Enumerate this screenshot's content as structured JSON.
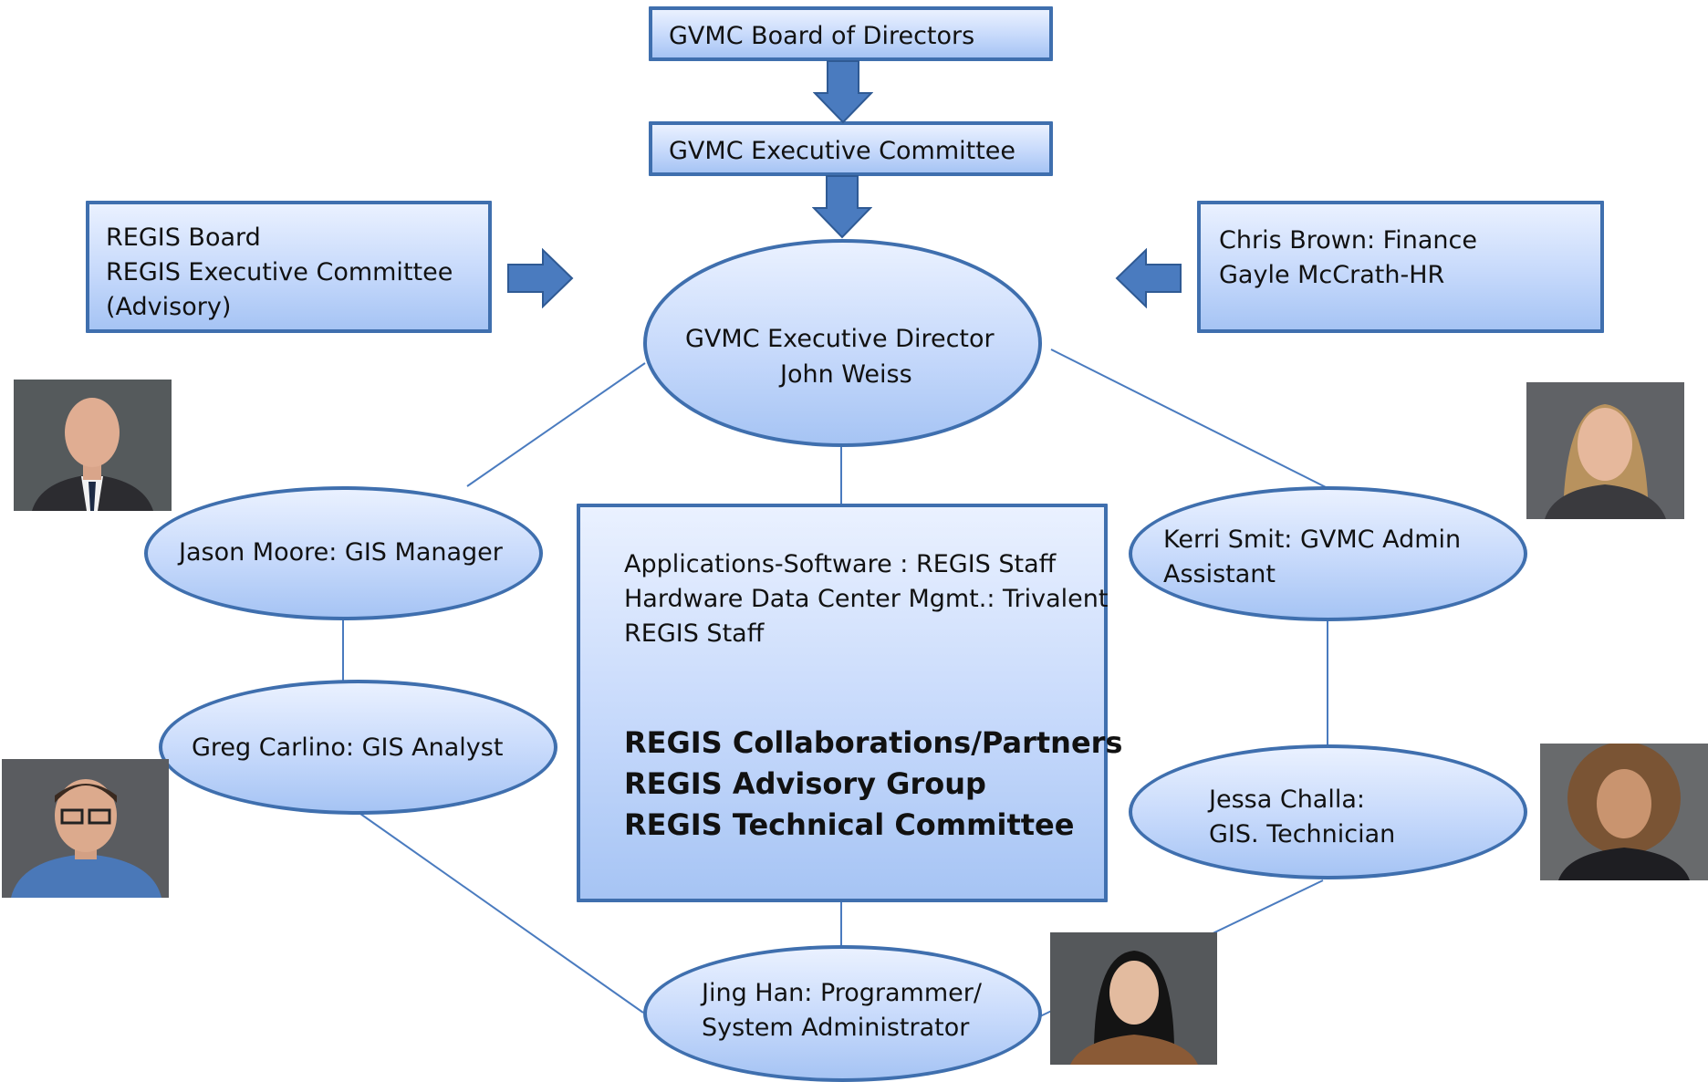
{
  "hierarchy": {
    "board_directors": "GVMC Board of Directors",
    "executive_committee": "GVMC Executive Committee"
  },
  "regis_board": {
    "line1": "REGIS Board",
    "line2": "REGIS Executive Committee",
    "line3": "(Advisory)"
  },
  "finance_hr": {
    "line1": "Chris Brown: Finance",
    "line2": "Gayle McCrath-HR"
  },
  "executive_director": {
    "line1": "GVMC Executive Director",
    "line2": "John Weiss"
  },
  "staff": {
    "jason": "Jason Moore: GIS Manager",
    "greg": "Greg Carlino: GIS Analyst",
    "kerri_line1": "Kerri Smit: GVMC Admin",
    "kerri_line2": "Assistant",
    "jessa_line1": "Jessa Challa:",
    "jessa_line2": "GIS. Technician",
    "jing_line1": "Jing Han: Programmer/",
    "jing_line2": "System Administrator"
  },
  "center_box": {
    "line1": "Applications-Software : REGIS Staff",
    "line2": "Hardware Data Center Mgmt.: Trivalent",
    "line3": "REGIS Staff",
    "bold1": "REGIS Collaborations/Partners",
    "bold2": "REGIS Advisory Group",
    "bold3": "REGIS Technical Committee"
  },
  "colors": {
    "node_border": "#3f6fae",
    "node_fill_top": "#eaf1ff",
    "node_fill_bottom": "#a6c4f4",
    "arrow_fill": "#4a7bbf",
    "connector": "#4a7bbf"
  }
}
